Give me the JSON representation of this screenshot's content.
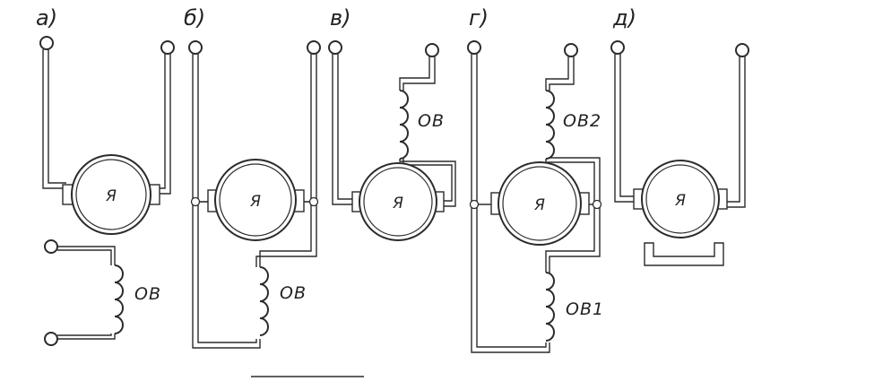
{
  "schemes": [
    {
      "label": "а)",
      "armature": "Я",
      "winding": "ОВ"
    },
    {
      "label": "б)",
      "armature": "Я",
      "winding": "ОВ"
    },
    {
      "label": "в)",
      "armature": "Я",
      "winding": "ОВ"
    },
    {
      "label": "г)",
      "armature": "Я",
      "winding_top": "ОВ2",
      "winding_bottom": "ОВ1"
    },
    {
      "label": "д)",
      "armature": "Я"
    }
  ]
}
